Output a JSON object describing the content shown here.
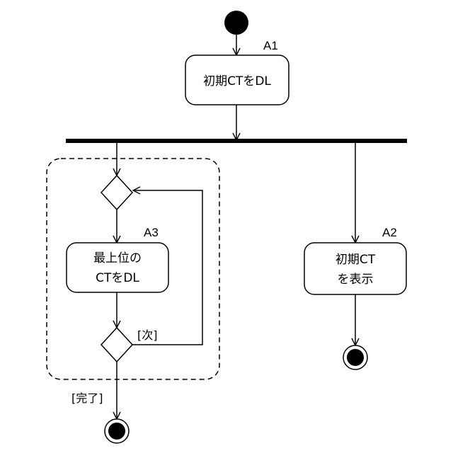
{
  "diagram": {
    "actions": [
      {
        "id": "A1",
        "tag": "A1",
        "lines": [
          "初期CTをDL"
        ]
      },
      {
        "id": "A2",
        "tag": "A2",
        "lines": [
          "初期CT",
          "を表示"
        ]
      },
      {
        "id": "A3",
        "tag": "A3",
        "lines": [
          "最上位の",
          "CTをDL"
        ]
      }
    ],
    "guards": {
      "next": "[次]",
      "done": "[完了]"
    }
  }
}
